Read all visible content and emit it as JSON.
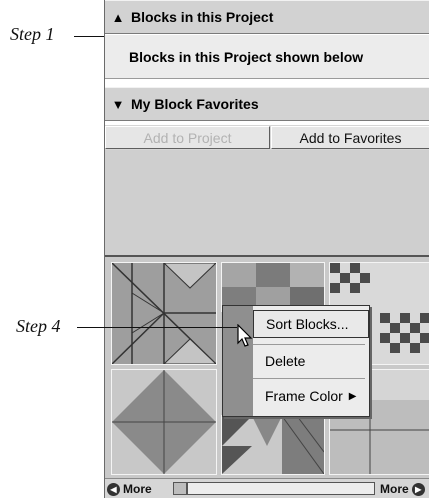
{
  "callouts": {
    "step1": "Step 1",
    "step4": "Step 4"
  },
  "header_blocks": {
    "arrow": "▲",
    "title": "Blocks in this Project"
  },
  "subheader": {
    "text": "Blocks in this Project shown below"
  },
  "header_favorites": {
    "arrow": "▼",
    "title": "My Block Favorites"
  },
  "buttons": {
    "add_to_project": "Add to Project",
    "add_to_favorites": "Add to Favorites"
  },
  "context_menu": {
    "sort": "Sort Blocks...",
    "delete": "Delete",
    "frame_color": "Frame Color",
    "submenu_arrow": "▶"
  },
  "scroll": {
    "more_left": "More",
    "more_right": "More",
    "left_arrow": "◀",
    "right_arrow": "▶"
  },
  "colors": {
    "header_bg": "#d2d2d2",
    "grid_bg": "#c9c9c9",
    "menu_bg": "#ececec"
  }
}
